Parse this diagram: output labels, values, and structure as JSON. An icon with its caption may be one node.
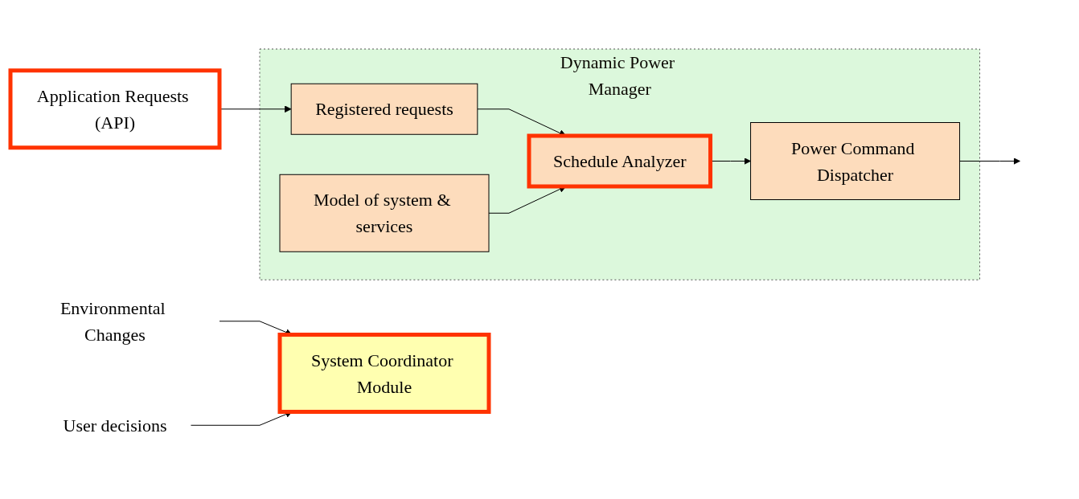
{
  "diagram": {
    "nodes": [
      {
        "text": [
          "Environmental Changes"
        ]
      },
      {
        "text": [
          "User decisions"
        ]
      },
      {
        "text": [
          "System Coordinator Module"
        ]
      },
      {
        "text": [
          "Application Requests (API)"
        ]
      },
      {
        "text": [
          "Dynamic Power Manager"
        ]
      },
      {
        "text": [
          "Registered requests"
        ],
        "in": 4
      },
      {
        "text": [
          "Model of system & services"
        ],
        "in": 4
      },
      {
        "text": [
          "Schedule Analyzer"
        ],
        "in": 4
      },
      {
        "text": [
          "Power Command Dispatcher"
        ],
        "in": 4
      }
    ],
    "edges": [
      {
        "from": 0,
        "to": 2,
        "arrow": "to"
      },
      {
        "from": 1,
        "to": 2,
        "arrow": "to"
      },
      {
        "from": 3,
        "to": 5,
        "arrow": "to"
      },
      {
        "from": 5,
        "to": 7,
        "arrow": "to"
      },
      {
        "from": 6,
        "to": 7,
        "arrow": "to"
      },
      {
        "from": 7,
        "to": 8,
        "arrow": "to"
      },
      {
        "from": 8,
        "to": null,
        "arrow": "to"
      }
    ]
  }
}
